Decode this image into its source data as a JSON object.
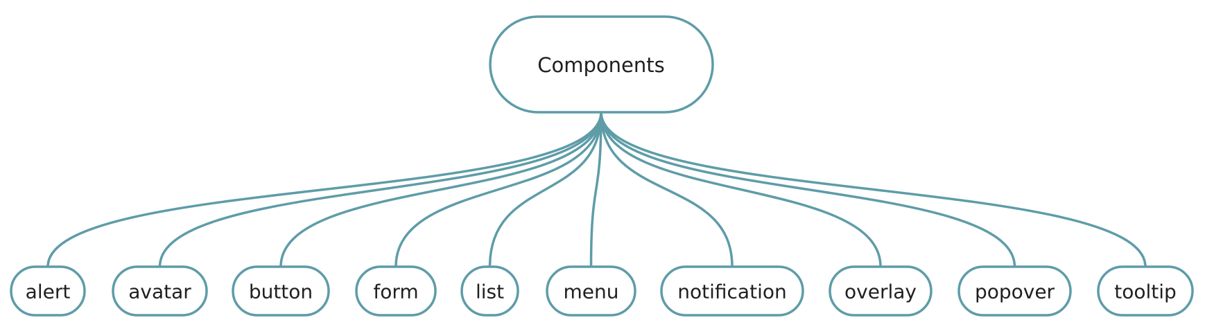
{
  "diagram": {
    "edge_color": "#5e9ca8",
    "node_border_color": "#5e9ca8",
    "root": {
      "label": "Components"
    },
    "children": [
      {
        "label": "alert"
      },
      {
        "label": "avatar"
      },
      {
        "label": "button"
      },
      {
        "label": "form"
      },
      {
        "label": "list"
      },
      {
        "label": "menu"
      },
      {
        "label": "notification"
      },
      {
        "label": "overlay"
      },
      {
        "label": "popover"
      },
      {
        "label": "tooltip"
      }
    ]
  }
}
